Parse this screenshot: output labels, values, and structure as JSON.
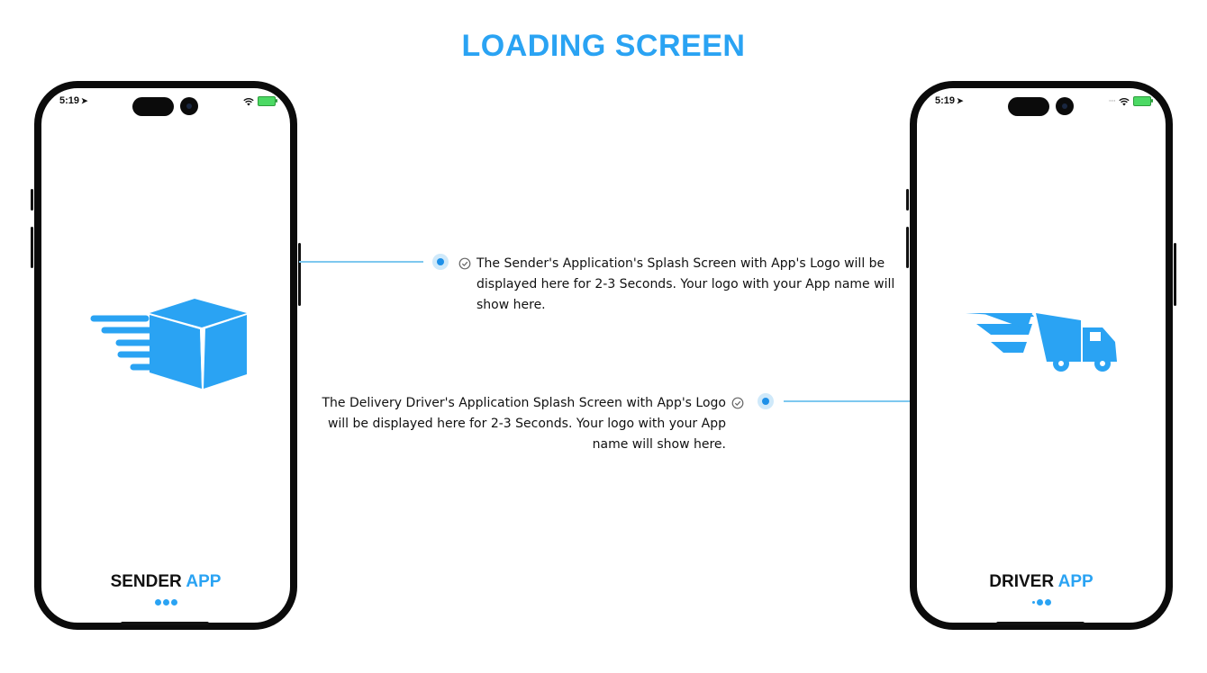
{
  "page": {
    "title": "LOADING SCREEN"
  },
  "phones": {
    "sender": {
      "time": "5:19",
      "app_name_first": "SENDER",
      "app_name_second": "APP",
      "logo_icon": "flying-box-icon",
      "loading_indicator": "three-dots"
    },
    "driver": {
      "time": "5:19",
      "app_name_first": "DRIVER",
      "app_name_second": "APP",
      "logo_icon": "winged-truck-icon",
      "loading_indicator": "three-dots"
    }
  },
  "callouts": {
    "sender": {
      "lines": [
        "The Sender's Application's Splash Screen with App's Logo will be",
        "displayed here for 2-3 Seconds. Your logo with your App name will",
        "show here."
      ]
    },
    "driver": {
      "lines": [
        "The Delivery Driver's Application Splash Screen with App's Logo",
        "will be displayed here for 2-3 Seconds. Your logo with your App",
        "name will show here."
      ]
    }
  },
  "colors": {
    "accent": "#2aa3f3",
    "line": "#7ec8ef",
    "bullet": "#1e90e8",
    "frame": "#0b0b0b"
  }
}
